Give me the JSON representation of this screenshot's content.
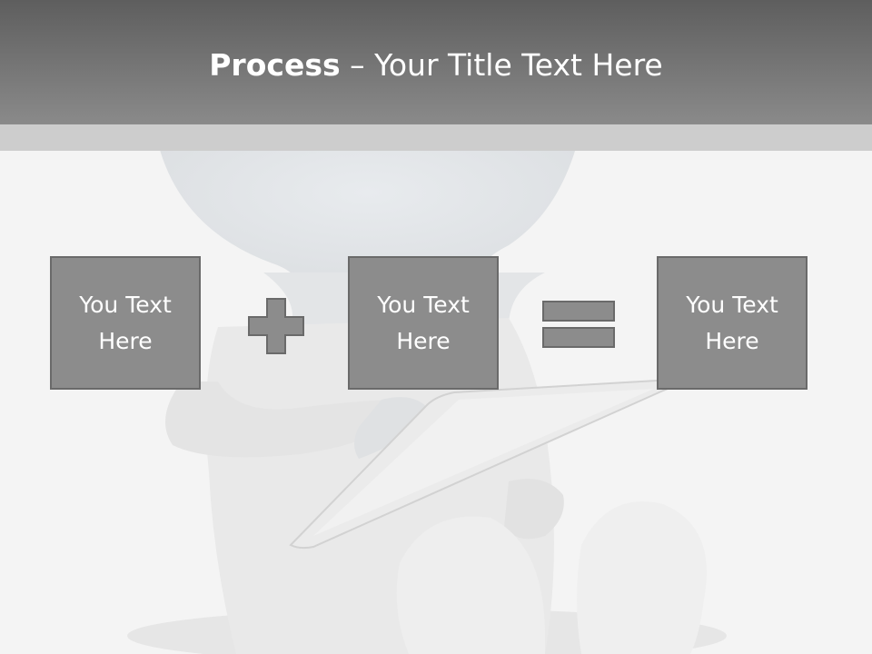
{
  "slide": {
    "title_bold": "Process",
    "title_rest": " – Your Title Text Here"
  },
  "boxes": [
    {
      "text": "You Text Here"
    },
    {
      "text": "You Text Here"
    },
    {
      "text": "You Text Here"
    }
  ],
  "operators": [
    "plus-icon",
    "equals-icon"
  ],
  "colors": {
    "header": "#7a7a7a",
    "strip": "#cdcdcd",
    "box_fill": "#8c8c8c",
    "box_border": "#6a6a6a",
    "background": "#f4f4f4"
  }
}
